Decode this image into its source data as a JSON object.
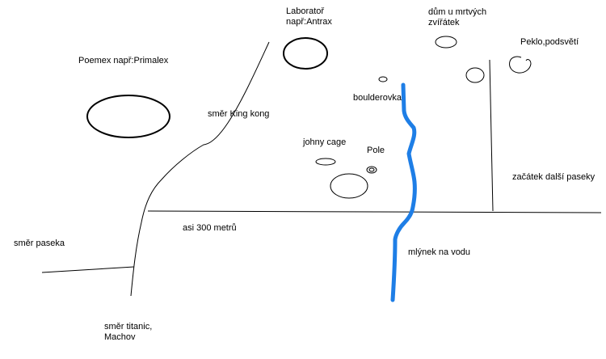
{
  "colors": {
    "background": "#ffffff",
    "ink": "#000000",
    "river": "#1e7ee6"
  },
  "labels": {
    "poemex": "Poemex např:Primalex",
    "laborator_1": "Laboratoř",
    "laborator_2": "např:Antrax",
    "dum_1": "dům u mrtvých",
    "dum_2": "zvířátek",
    "peklo": "Peklo,podsvětí",
    "boulderovka": "boulderovka",
    "king_kong": "směr King kong",
    "johny_cage": "johny cage",
    "pole": "Pole",
    "zacatek": "začátek další paseky",
    "asi_300": "asi 300 metrů",
    "smer_paseka": "směr paseka",
    "mlynek": "mlýnek na vodu",
    "titanic_1": "směr titanic,",
    "titanic_2": "Machov"
  }
}
